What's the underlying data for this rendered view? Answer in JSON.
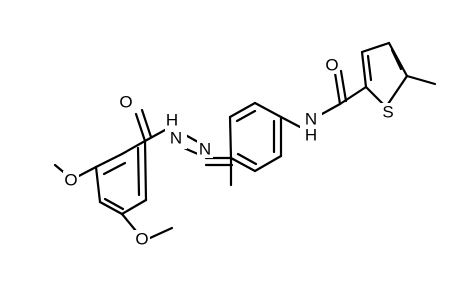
{
  "atom_labels": {
    "amide_o_left": "O",
    "nh_hydrazide": "H",
    "n_hydrazide": "N",
    "n_imine": "N",
    "o_methoxy_top": "O",
    "o_methoxy_bottom": "O",
    "n_amide_right": "N",
    "h_amide_right": "H",
    "amide_o_right": "O",
    "s_thiophene": "S"
  }
}
